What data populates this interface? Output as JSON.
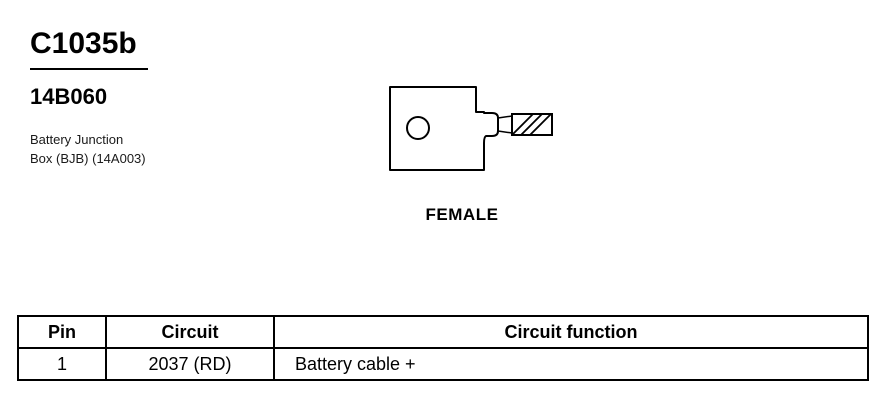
{
  "connector": {
    "id": "C1035b",
    "part_number": "14B060",
    "description_lines": [
      "Battery Junction",
      "Box (BJB) (14A003)"
    ]
  },
  "terminal": {
    "gender": "FEMALE"
  },
  "pin_table": {
    "headers": [
      "Pin",
      "Circuit",
      "Circuit function"
    ],
    "rows": [
      {
        "pin": "1",
        "circuit": "2037 (RD)",
        "function": "Battery cable +"
      }
    ]
  }
}
